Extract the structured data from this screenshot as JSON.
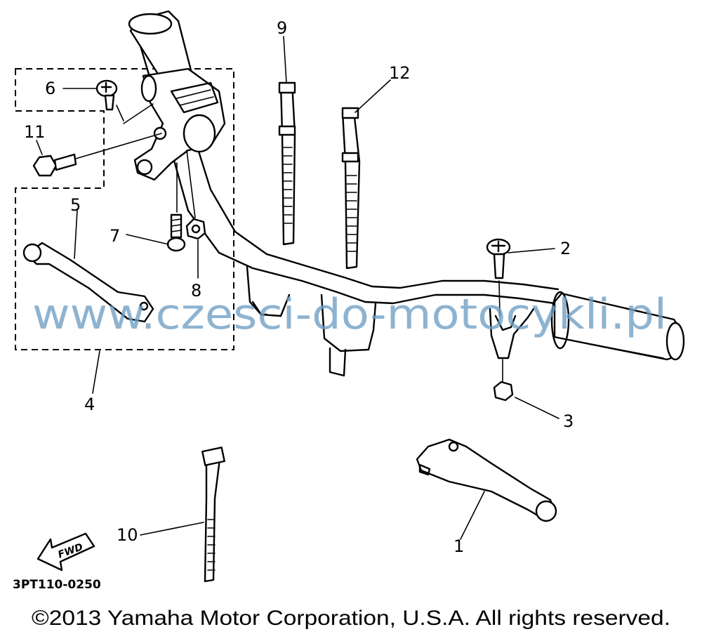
{
  "callouts": {
    "c1": "1",
    "c2": "2",
    "c3": "3",
    "c4": "4",
    "c5": "5",
    "c6": "6",
    "c7": "7",
    "c8": "8",
    "c9": "9",
    "c10": "10",
    "c11": "11",
    "c12": "12"
  },
  "fwd_label": "FWD",
  "diagram_code": "3PT110-0250",
  "watermark": "www.czesci-do-motocykli.pl",
  "copyright": "©2013 Yamaha Motor Corporation, U.S.A. All rights reserved.",
  "colors": {
    "watermark": "#6e9ec4",
    "line": "#000000",
    "background": "#ffffff"
  }
}
